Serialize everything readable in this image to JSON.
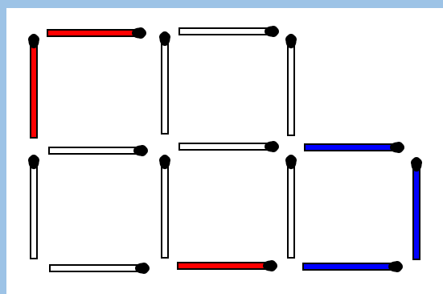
{
  "puzzle": {
    "background_frame_color": "#9dc3e6",
    "canvas_color": "#ffffff",
    "match_outline_color": "#000000",
    "match_head_color": "#000000",
    "matches": [
      {
        "id": "top-left-horizontal",
        "color": "#ff0000",
        "color_name": "red"
      },
      {
        "id": "top-middle-horizontal",
        "color": "#ffffff",
        "color_name": "white"
      },
      {
        "id": "upper-left-vertical",
        "color": "#ff0000",
        "color_name": "red"
      },
      {
        "id": "upper-middle-vertical",
        "color": "#ffffff",
        "color_name": "white"
      },
      {
        "id": "upper-right-vertical",
        "color": "#ffffff",
        "color_name": "white"
      },
      {
        "id": "middle-left-horizontal",
        "color": "#ffffff",
        "color_name": "white"
      },
      {
        "id": "middle-middle-horizontal",
        "color": "#ffffff",
        "color_name": "white"
      },
      {
        "id": "middle-right-horizontal",
        "color": "#0000ff",
        "color_name": "blue"
      },
      {
        "id": "lower-left-vertical",
        "color": "#ffffff",
        "color_name": "white"
      },
      {
        "id": "lower-middle-left-vertical",
        "color": "#ffffff",
        "color_name": "white"
      },
      {
        "id": "lower-middle-right-vertical",
        "color": "#ffffff",
        "color_name": "white"
      },
      {
        "id": "lower-right-vertical",
        "color": "#0000ff",
        "color_name": "blue"
      },
      {
        "id": "bottom-left-horizontal",
        "color": "#ffffff",
        "color_name": "white"
      },
      {
        "id": "bottom-middle-horizontal",
        "color": "#ff0000",
        "color_name": "red"
      },
      {
        "id": "bottom-right-horizontal",
        "color": "#0000ff",
        "color_name": "blue"
      }
    ]
  }
}
